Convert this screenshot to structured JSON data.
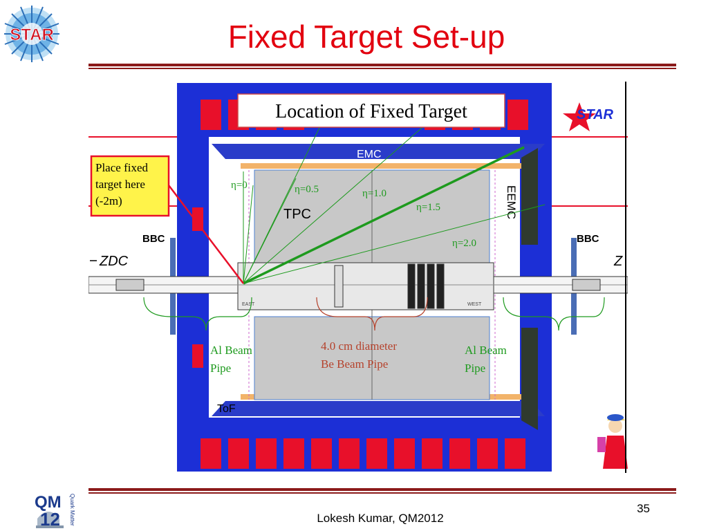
{
  "slide": {
    "title": "Fixed Target Set-up",
    "author": "Lokesh Kumar, QM2012",
    "page_number": "35"
  },
  "logos": {
    "star_corner": "STAR",
    "star_detector": "STAR",
    "qm_top": "QM",
    "qm_bottom": "12",
    "qm_side": "Quark Matter"
  },
  "diagram": {
    "heading": "Location of Fixed Target",
    "callout": [
      "Place fixed",
      "target here",
      "(-2m)"
    ],
    "labels": {
      "emc": "EMC",
      "eemc": "EEMC",
      "tpc": "TPC",
      "tof": "ToF",
      "bbc_left": "BBC",
      "bbc_right": "BBC",
      "zdc_left": "ZDC",
      "zdc_right": "Z",
      "east": "EAST",
      "west": "WEST"
    },
    "eta_lines": [
      "η=0",
      "η=0.5",
      "η=1.0",
      "η=1.5",
      "η=2.0"
    ],
    "al_pipe_left": [
      "Al Beam",
      "Pipe"
    ],
    "al_pipe_right": [
      "Al Beam",
      "Pipe"
    ],
    "be_pipe": [
      "4.0 cm diameter",
      "Be Beam Pipe"
    ]
  },
  "colors": {
    "title": "#e2000f",
    "rule": "#8b1a1a",
    "detector_blue": "#1c2fd6",
    "detector_red": "#e8102a",
    "tpc_gray": "#c8c8c8",
    "eta_green": "#1e9a1e",
    "callout_yellow": "#fff34a",
    "annotation_brown": "#b5422c"
  }
}
